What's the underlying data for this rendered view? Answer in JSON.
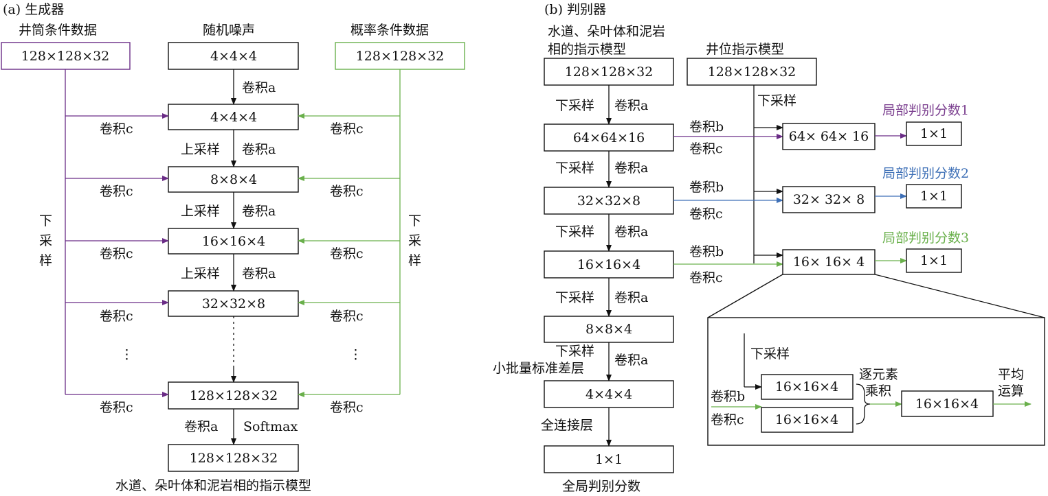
{
  "generator": {
    "title": "(a) 生成器",
    "well_label": "井筒条件数据",
    "well_value": "128×128×32",
    "noise_label": "随机噪声",
    "noise_value": "4×4×4",
    "prob_label": "概率条件数据",
    "prob_value": "128×128×32",
    "layers": [
      "4×4×4",
      "8×8×4",
      "16×16×4",
      "32×32×8",
      "128×128×32"
    ],
    "conv_a": "卷积a",
    "conv_c": "卷积c",
    "upsample": "上采样",
    "downsample_vertical": [
      "下",
      "采",
      "样"
    ],
    "ellipsis": "⋮",
    "softmax": "Softmax",
    "output_value": "128×128×32",
    "output_label": "水道、朵叶体和泥岩相的指示模型"
  },
  "discriminator": {
    "title": "(b) 判别器",
    "facies_label_line1": "水道、朵叶体和泥岩",
    "facies_label_line2": "相的指示模型",
    "facies_value": "128×128×32",
    "wellpos_label": "井位指示模型",
    "wellpos_value": "128×128×32",
    "downsample": "下采样",
    "conv_a": "卷积a",
    "conv_b": "卷积b",
    "conv_c": "卷积c",
    "layers": [
      "64×64×16",
      "32×32×8",
      "16×16×4",
      "8×8×4",
      "4×4×4",
      "1×1"
    ],
    "local_boxes": [
      "64× 64× 16",
      "32× 32× 8",
      "16× 16× 4"
    ],
    "local_out": "1×1",
    "local_scores": [
      "局部判别分数1",
      "局部判别分数2",
      "局部判别分数3"
    ],
    "minibatch_label": "小批量标准差层",
    "fc_label": "全连接层",
    "global_label": "全局判别分数",
    "detail": {
      "downsample": "下采样",
      "conv_b": "卷积b",
      "conv_c": "卷积c",
      "box_top": "16×16×4",
      "box_bottom": "16×16×4",
      "elementwise_line1": "逐元素",
      "elementwise_line2": "乘积",
      "box_result": "16×16×4",
      "average_line1": "平均",
      "average_line2": "运算"
    }
  },
  "colors": {
    "purple": "#6a2c86",
    "green": "#6ab04c",
    "blue": "#3d6fb6",
    "purple_text": "#7b3f8f",
    "blue_text": "#3d6fb6",
    "green_text": "#6ab04c"
  }
}
